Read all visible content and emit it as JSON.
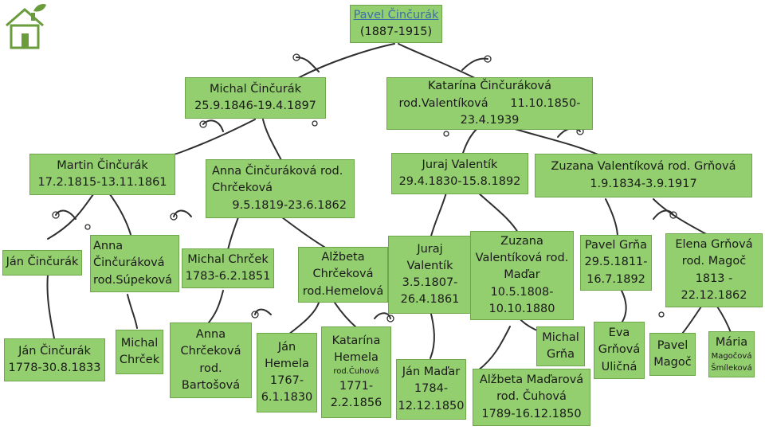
{
  "home": {
    "icon": "home-leaf-icon"
  },
  "root": {
    "name": "Pavel Činčurák",
    "dates": "(1887-1915)"
  },
  "gen1": {
    "father": {
      "line1": "Michal Činčurák",
      "line2": "25.9.1846-19.4.1897"
    },
    "mother": {
      "line1": "Katarína Činčuráková",
      "line2": "rod.Valentíková      11.10.1850-",
      "line3": "23.4.1939"
    }
  },
  "gen2": {
    "ff": {
      "line1": "Martin Činčurák",
      "line2": "17.2.1815-13.11.1861"
    },
    "fm": {
      "line1": "Anna Činčuráková rod.",
      "line2": "Chrčeková",
      "line3": "9.5.1819-23.6.1862"
    },
    "mf": {
      "line1": "Juraj Valentík",
      "line2": "29.4.1830-15.8.1892"
    },
    "mm": {
      "line1": "Zuzana Valentíková rod. Grňová",
      "line2": "1.9.1834-3.9.1917"
    }
  },
  "gen3": {
    "jan": "Ján Činčurák",
    "anna_sup": {
      "line1": "Anna",
      "line2": "Činčuráková",
      "line3": "rod.Súpeková"
    },
    "michal_chrcek": {
      "line1": "Michal Chrček",
      "line2": "1783-6.2.1851"
    },
    "alzbeta": {
      "line1": "Alžbeta",
      "line2": "Chrčeková",
      "line3": "rod.Hemelová"
    },
    "juraj": {
      "line1": "Juraj",
      "line2": "Valentík",
      "line3": "3.5.1807-",
      "line4": "26.4.1861"
    },
    "zuzana_madar": {
      "line1": "Zuzana",
      "line2": "Valentíková rod.",
      "line3": "Maďar",
      "line4": "10.5.1808-",
      "line5": "10.10.1880"
    },
    "pavel_grna": {
      "line1": "Pavel Grňa",
      "line2": "29.5.1811-",
      "line3": "16.7.1892"
    },
    "elena": {
      "line1": "Elena Grňová",
      "line2": "rod. Magoč",
      "line3": "1813 -",
      "line4": "22.12.1862"
    }
  },
  "gen4": {
    "jan_sr": {
      "line1": "Ján Činčurák",
      "line2": "1778-30.8.1833"
    },
    "michal_chr": {
      "line1": "Michal",
      "line2": "Chrček"
    },
    "anna_bart": {
      "line1": "Anna",
      "line2": "Chrčeková",
      "line3": "rod.",
      "line4": "Bartošová"
    },
    "jan_hem": {
      "line1": "Ján",
      "line2": "Hemela",
      "line3": "1767-",
      "line4": "6.1.1830"
    },
    "katarina": {
      "line1": "Katarína",
      "line2": "Hemela",
      "line3": "rod.Čuhová",
      "line4": "1771-",
      "line5": "2.2.1856"
    },
    "jan_madar": {
      "line1": "Ján Maďar",
      "line2": "1784-",
      "line3": "12.12.1850"
    },
    "michal_grna": {
      "line1": "Michal",
      "line2": "Grňa"
    },
    "alzbeta_madar": {
      "line1": "Alžbeta Maďarová",
      "line2": "rod. Čuhová",
      "line3": "1789-16.12.1850"
    },
    "eva": {
      "line1": "Eva",
      "line2": "Grňová",
      "line3": "Uličná"
    },
    "pavel_magoc": {
      "line1": "Pavel",
      "line2": "Magoč"
    },
    "maria": {
      "line1": "Mária",
      "line2": "Magočová",
      "line3": "Šmíleková"
    }
  },
  "colors": {
    "box_fill": "#94cf6f",
    "box_border": "#6ea64c",
    "branch": "#2f2f2f",
    "link": "#3a6fa8"
  }
}
